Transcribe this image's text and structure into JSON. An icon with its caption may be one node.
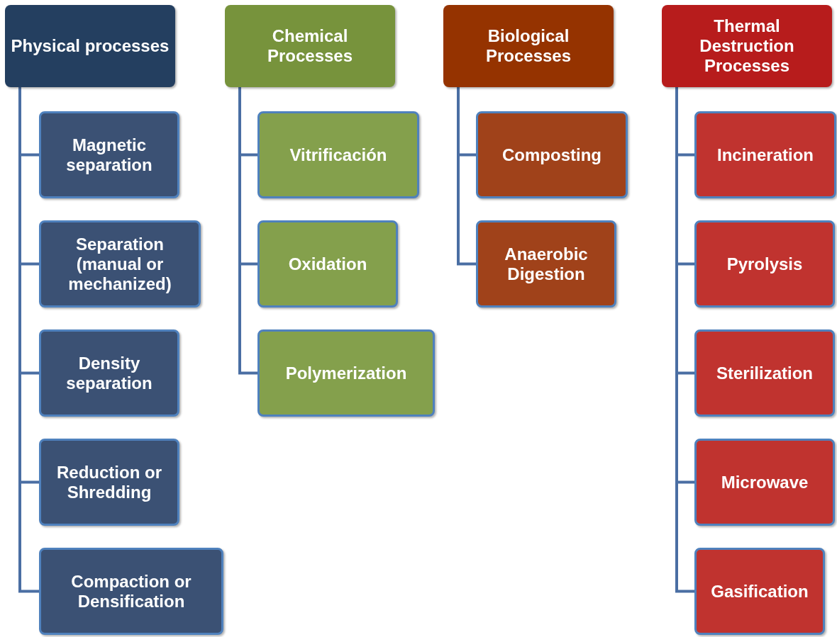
{
  "diagram": {
    "nodes": [
      {
        "text": [
          "Physical processes"
        ]
      },
      {
        "text": [
          "Magnetic separation"
        ]
      },
      {
        "text": [
          "Separation (manual or mechanized)"
        ]
      },
      {
        "text": [
          "Density separation"
        ]
      },
      {
        "text": [
          "Reduction or Shredding"
        ]
      },
      {
        "text": [
          "Compaction or Densification"
        ]
      },
      {
        "text": [
          "Chemical Processes"
        ]
      },
      {
        "text": [
          "Vitrificación"
        ]
      },
      {
        "text": [
          "Oxidation"
        ]
      },
      {
        "text": [
          "Polymerization"
        ]
      },
      {
        "text": [
          "Biological Processes"
        ]
      },
      {
        "text": [
          "Composting"
        ]
      },
      {
        "text": [
          "Anaerobic Digestion"
        ]
      },
      {
        "text": [
          "Thermal Destruction Processes"
        ]
      },
      {
        "text": [
          "Incineration"
        ]
      },
      {
        "text": [
          "Pyrolysis"
        ]
      },
      {
        "text": [
          "Sterilization"
        ]
      },
      {
        "text": [
          "Microwave"
        ]
      },
      {
        "text": [
          "Gasification"
        ]
      }
    ],
    "edges": [
      {
        "from": 0,
        "to": 1,
        "arrow": "none"
      },
      {
        "from": 0,
        "to": 2,
        "arrow": "none"
      },
      {
        "from": 0,
        "to": 3,
        "arrow": "none"
      },
      {
        "from": 0,
        "to": 4,
        "arrow": "none"
      },
      {
        "from": 0,
        "to": 5,
        "arrow": "none"
      },
      {
        "from": 6,
        "to": 7,
        "arrow": "none"
      },
      {
        "from": 6,
        "to": 8,
        "arrow": "none"
      },
      {
        "from": 6,
        "to": 9,
        "arrow": "none"
      },
      {
        "from": 10,
        "to": 11,
        "arrow": "none"
      },
      {
        "from": 10,
        "to": 12,
        "arrow": "none"
      },
      {
        "from": 13,
        "to": 14,
        "arrow": "none"
      },
      {
        "from": 13,
        "to": 15,
        "arrow": "none"
      },
      {
        "from": 13,
        "to": 16,
        "arrow": "none"
      },
      {
        "from": 13,
        "to": 17,
        "arrow": "none"
      },
      {
        "from": 13,
        "to": 18,
        "arrow": "none"
      }
    ]
  }
}
